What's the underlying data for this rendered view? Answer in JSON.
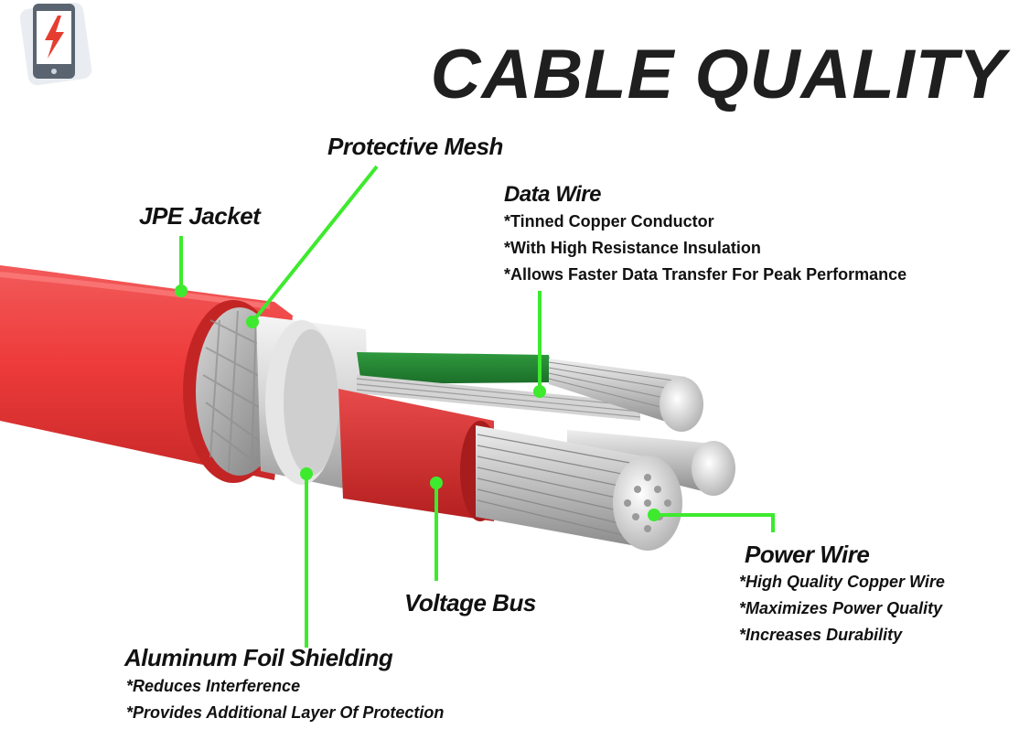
{
  "title": "CABLE QUALITY",
  "logo": {
    "icon": "phone-lightning-icon",
    "color": "#e53d2f"
  },
  "colors": {
    "accent_line": "#3dea2e",
    "jacket": "#ee3a3a",
    "title": "#1f1f1f"
  },
  "labels": {
    "protective_mesh": {
      "title": "Protective Mesh"
    },
    "jpe_jacket": {
      "title": "JPE Jacket"
    },
    "data_wire": {
      "title": "Data Wire",
      "items": [
        "*Tinned Copper Conductor",
        "*With High Resistance Insulation",
        "*Allows Faster Data Transfer For Peak Performance"
      ]
    },
    "power_wire": {
      "title": "Power Wire",
      "items": [
        "*High Quality Copper Wire",
        "*Maximizes Power Quality",
        "*Increases Durability"
      ]
    },
    "voltage_bus": {
      "title": "Voltage Bus"
    },
    "aluminum_foil": {
      "title": "Aluminum Foil Shielding",
      "items": [
        "*Reduces Interference",
        "*Provides Additional Layer Of Protection"
      ]
    }
  }
}
